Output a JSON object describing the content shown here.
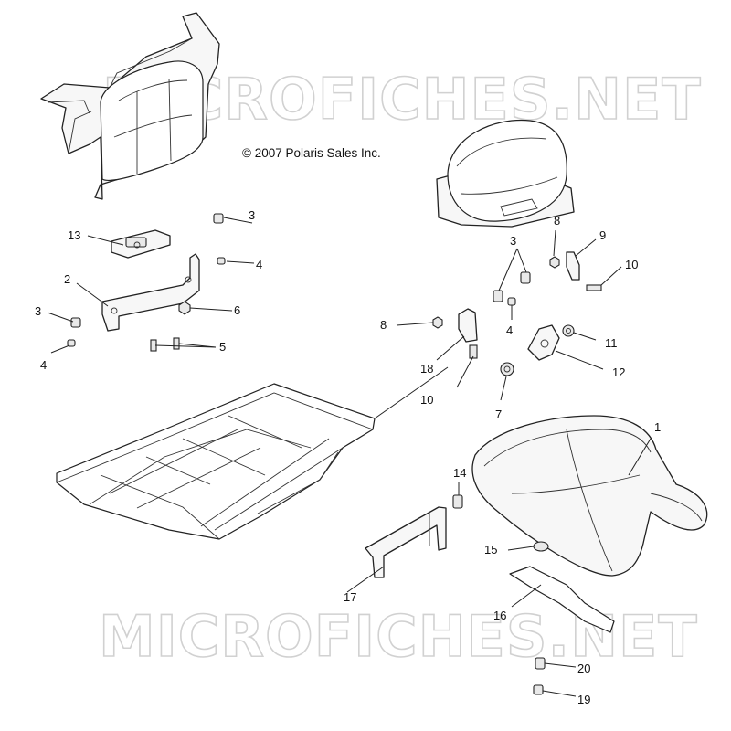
{
  "diagram": {
    "copyright": "© 2007 Polaris Sales Inc.",
    "watermark_text": "MICROFICHES.NET",
    "callouts": {
      "c1": "1",
      "c2": "2",
      "c3a": "3",
      "c3b": "3",
      "c3c": "3",
      "c4a": "4",
      "c4b": "4",
      "c4c": "4",
      "c5": "5",
      "c6": "6",
      "c7": "7",
      "c8a": "8",
      "c8b": "8",
      "c9": "9",
      "c10a": "10",
      "c10b": "10",
      "c11": "11",
      "c12": "12",
      "c13": "13",
      "c14": "14",
      "c15": "15",
      "c16": "16",
      "c17": "17",
      "c18": "18",
      "c19": "19",
      "c20": "20"
    }
  }
}
